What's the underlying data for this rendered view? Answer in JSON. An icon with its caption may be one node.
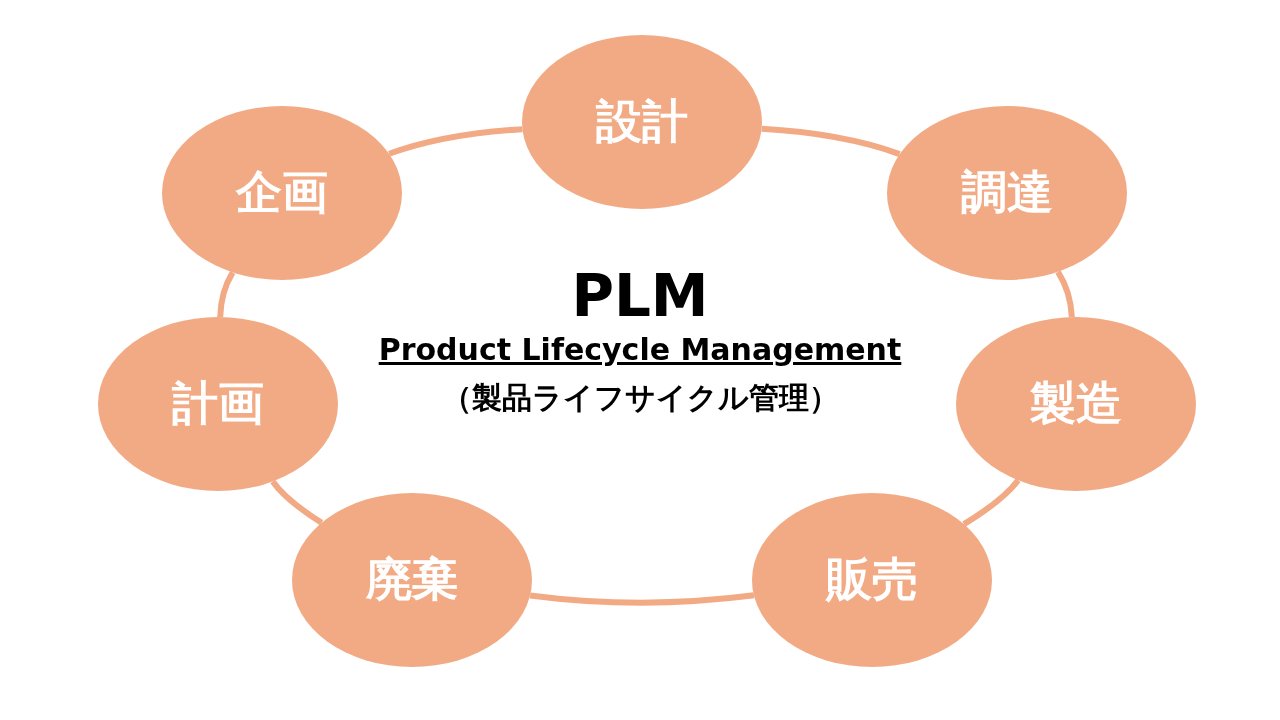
{
  "diagram": {
    "nodes": [
      {
        "text": [
          "企画"
        ]
      },
      {
        "text": [
          "設計"
        ]
      },
      {
        "text": [
          "調達"
        ]
      },
      {
        "text": [
          "製造"
        ]
      },
      {
        "text": [
          "販売"
        ]
      },
      {
        "text": [
          "廃棄"
        ]
      },
      {
        "text": [
          "計画"
        ]
      }
    ],
    "edges": [
      {
        "from": 0,
        "to": 1,
        "arrow": "none"
      },
      {
        "from": 1,
        "to": 2,
        "arrow": "none"
      },
      {
        "from": 2,
        "to": 3,
        "arrow": "none"
      },
      {
        "from": 3,
        "to": 4,
        "arrow": "none"
      },
      {
        "from": 4,
        "to": 5,
        "arrow": "none"
      },
      {
        "from": 5,
        "to": 6,
        "arrow": "none"
      },
      {
        "from": 6,
        "to": 0,
        "arrow": "none"
      }
    ],
    "labels": [
      "PLM",
      "Product Lifecycle Management",
      "（製品ライフサイクル管理）"
    ]
  }
}
